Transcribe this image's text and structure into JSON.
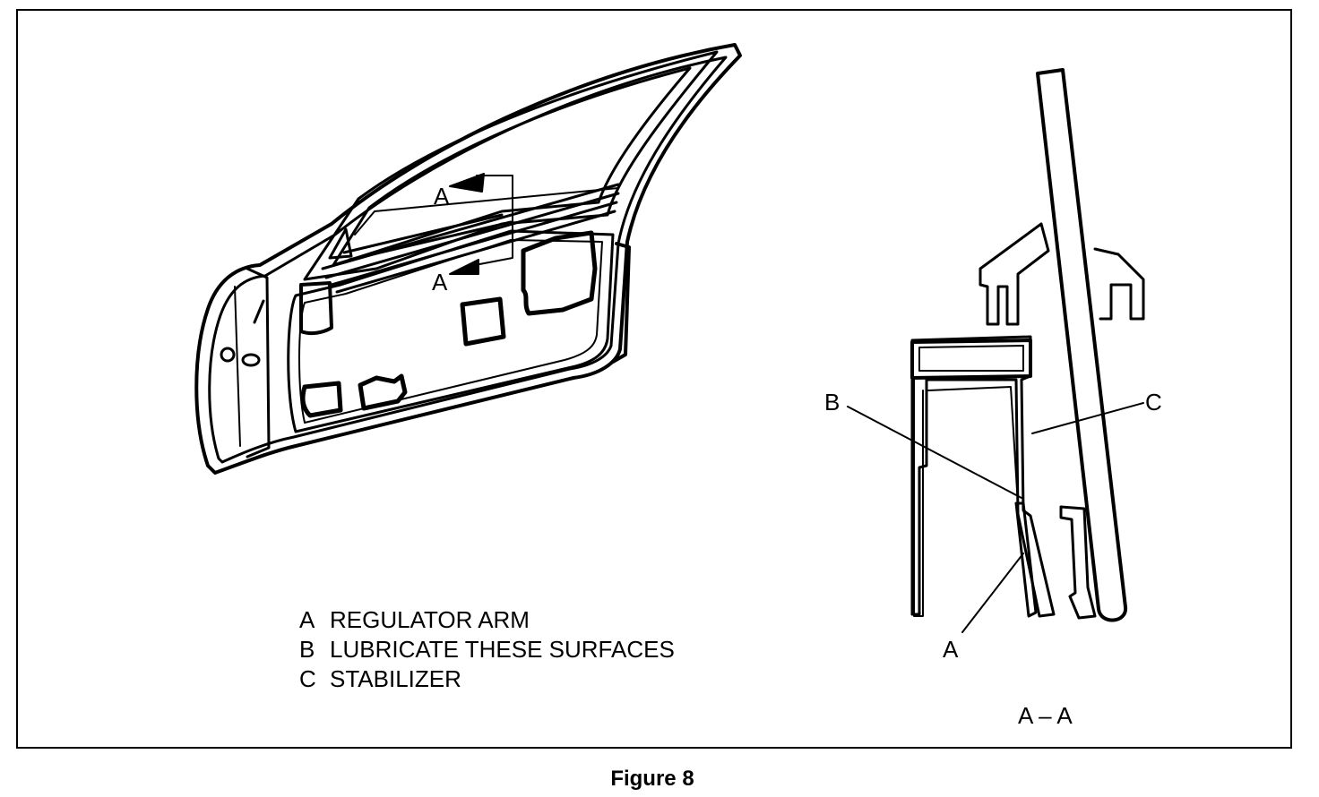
{
  "callouts": {
    "door_upper": "A",
    "door_lower": "A",
    "section_b": "B",
    "section_c": "C",
    "section_a": "A"
  },
  "section_title": "A – A",
  "legend": [
    {
      "key": "A",
      "text": "REGULATOR ARM"
    },
    {
      "key": "B",
      "text": "LUBRICATE THESE SURFACES"
    },
    {
      "key": "C",
      "text": "STABILIZER"
    }
  ],
  "caption": "Figure 8"
}
